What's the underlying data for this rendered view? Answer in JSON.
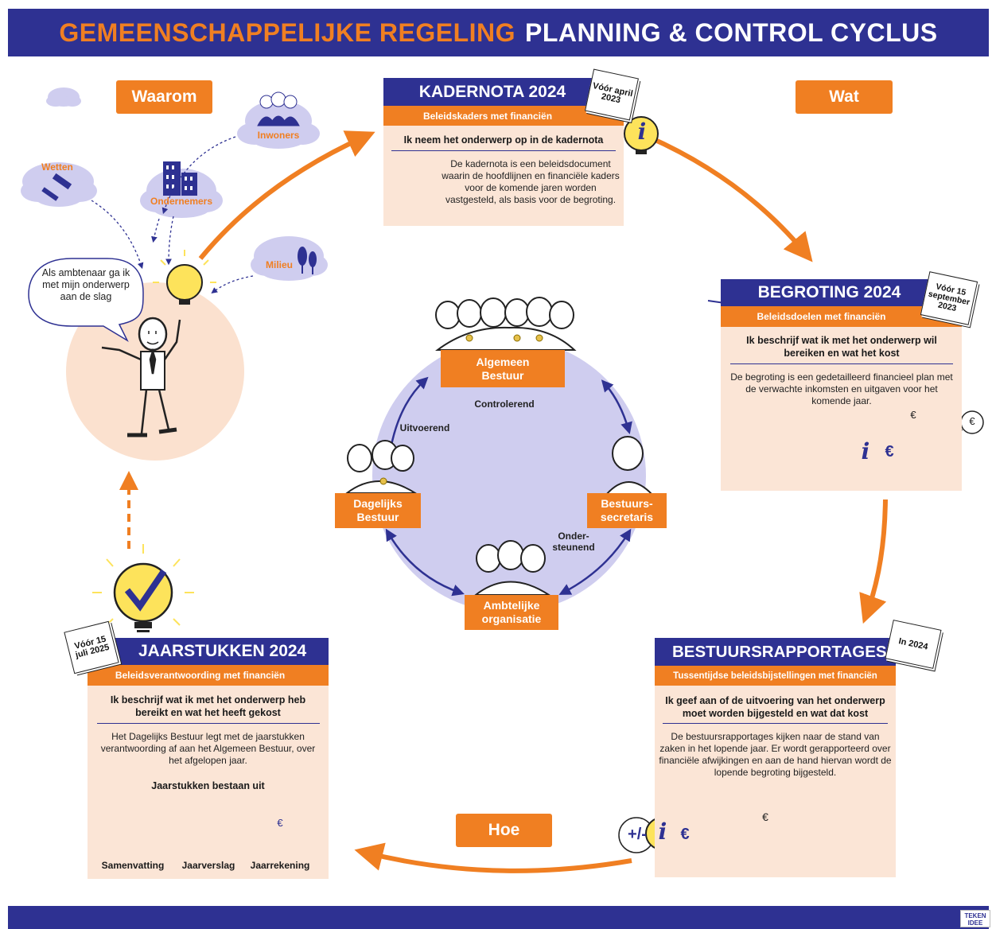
{
  "title": {
    "part1": "GEMEENSCHAPPELIJKE REGELING",
    "part2": "PLANNING & CONTROL CYCLUS"
  },
  "tags": {
    "waarom": "Waarom",
    "wat": "Wat",
    "hoe": "Hoe"
  },
  "speech_bubble": "Als ambtenaar ga ik met mijn onderwerp aan de slag",
  "clouds": {
    "wetten": "Wetten",
    "inwoners": "Inwoners",
    "ondernemers": "Ondernemers",
    "milieu": "Milieu"
  },
  "kadernota": {
    "title": "KADERNOTA 2024",
    "subtitle": "Beleidskaders met financiën",
    "statement": "Ik neem het onderwerp op in de kadernota",
    "description": "De kadernota is een beleidsdocument waarin de hoofdlijnen en financiële kaders voor de komende jaren worden vastgesteld, als basis voor de begroting.",
    "calendar": "Vóór april 2023"
  },
  "begroting": {
    "title": "BEGROTING 2024",
    "subtitle": "Beleidsdoelen met financiën",
    "statement": "Ik beschrijf wat ik met het onderwerp wil bereiken en wat het kost",
    "description": "De begroting is een gedetailleerd financieel plan met de verwachte inkomsten en uitgaven voor het komende jaar.",
    "calendar": "Vóór 15 september 2023"
  },
  "bestuursrapportages": {
    "title": "BESTUURSRAPPORTAGES",
    "subtitle": "Tussentijdse beleidsbijstellingen met financiën",
    "statement": "Ik geef aan of de uitvoering van het onderwerp moet worden bijgesteld en wat dat kost",
    "description": "De bestuursrapportages kijken naar de stand van zaken in het lopende jaar. Er wordt gerapporteerd over financiële afwijkingen en aan de hand hiervan wordt de lopende begroting bijgesteld.",
    "calendar": "In 2024"
  },
  "jaarstukken": {
    "title": "JAARSTUKKEN 2024",
    "subtitle": "Beleidsverantwoording met financiën",
    "statement": "Ik beschrijf wat ik met het onderwerp heb bereikt en wat het heeft gekost",
    "description": "Het Dagelijks Bestuur legt met de jaarstukken verantwoording af aan het Algemeen Bestuur, over het afgelopen jaar.",
    "consists_of": "Jaarstukken bestaan uit",
    "items": [
      "Samenvatting",
      "Jaarverslag",
      "Jaarrekening"
    ],
    "calendar": "Vóór 15 juli 2025"
  },
  "roles": {
    "algemeen_bestuur": "Algemeen Bestuur",
    "dagelijks_bestuur": "Dagelijks Bestuur",
    "bestuurssecretaris": "Bestuurs-secretaris",
    "ambtelijke_organisatie": "Ambtelijke organisatie",
    "controlerend": "Controlerend",
    "uitvoerend": "Uitvoerend",
    "ondersteunend": "Onder-steunend"
  },
  "symbols": {
    "info": "i",
    "euro": "€",
    "plusminus": "+/-"
  },
  "logo": "TEKEN IDEE",
  "colors": {
    "navy": "#2e3192",
    "orange": "#f07f22",
    "card": "#fbe5d6",
    "lavender": "#cfcdef",
    "peach": "#fbe1cf",
    "yellow": "#fde35b"
  }
}
